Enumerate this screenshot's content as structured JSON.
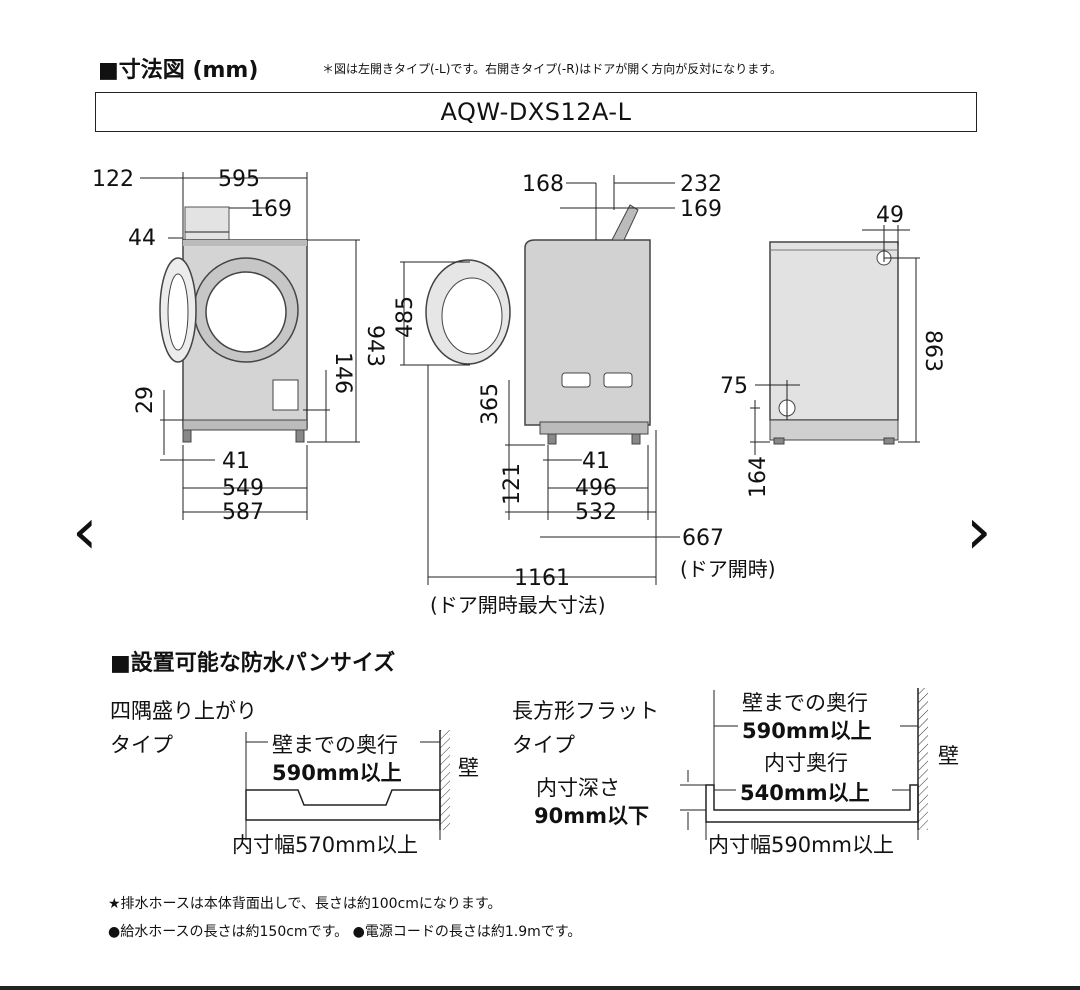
{
  "header": {
    "title": "■寸法図 (mm)",
    "note": "＊図は左開きタイプ(-L)です。右開きタイプ(-R)はドアが開く方向が反対になります。"
  },
  "model": "AQW-DXS12A-L",
  "front_dims": {
    "d122": "122",
    "d595": "595",
    "d169": "169",
    "d44": "44",
    "d943": "943",
    "d146": "146",
    "d29": "29",
    "d41": "41",
    "d549": "549",
    "d587": "587"
  },
  "side_dims": {
    "d168": "168",
    "d232": "232",
    "d169": "169",
    "d485": "485",
    "d365": "365",
    "d121": "121",
    "d41": "41",
    "d496": "496",
    "d532": "532",
    "d667": "667",
    "door_open": "(ドア開時)",
    "d1161": "1161",
    "max_open": "(ドア開時最大寸法)"
  },
  "back_dims": {
    "d49": "49",
    "d863": "863",
    "d75": "75",
    "d164": "164"
  },
  "pan": {
    "title": "■設置可能な防水パンサイズ",
    "left": {
      "type_line1": "四隅盛り上がり",
      "type_line2": "タイプ",
      "depth_line1": "壁までの奥行",
      "depth_line2": "590mm以上",
      "wall": "壁",
      "width": "内寸幅570mm以上"
    },
    "right": {
      "type_line1": "長方形フラット",
      "type_line2": "タイプ",
      "depth_line1": "壁までの奥行",
      "depth_line2": "590mm以上",
      "inner_line1": "内寸奥行",
      "inner_line2": "540mm以上",
      "height_line1": "内寸深さ",
      "height_line2": "90mm以下",
      "wall": "壁",
      "width": "内寸幅590mm以上"
    }
  },
  "footnotes": {
    "line1": "★排水ホースは本体背面出しで、長さは約100cmになります。",
    "line2": "●給水ホースの長さは約150cmです。 ●電源コードの長さは約1.9mです。"
  },
  "nav": {
    "prev": "‹",
    "next": "›"
  },
  "icons": {
    "prev": "chevron-left-icon",
    "next": "chevron-right-icon"
  }
}
